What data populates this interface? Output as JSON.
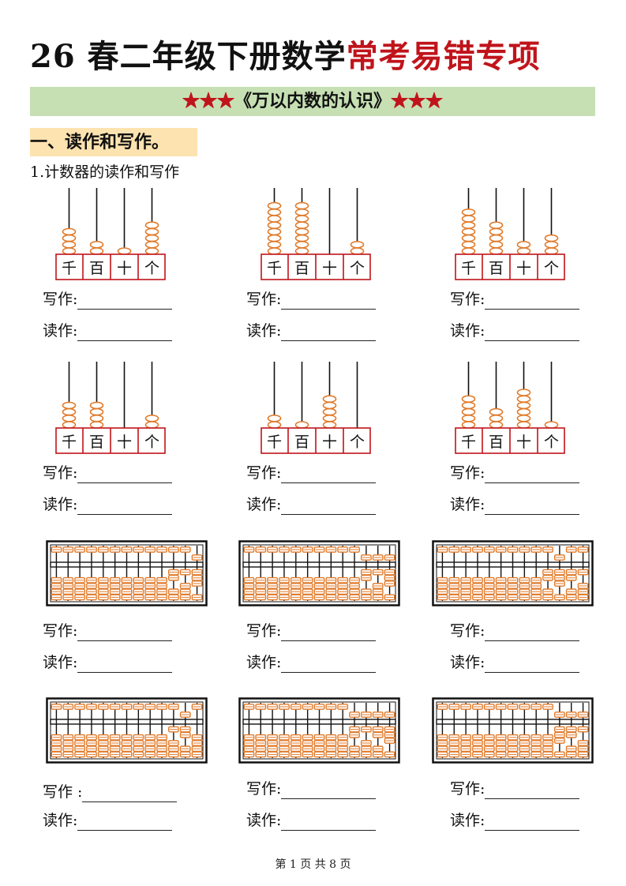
{
  "header": {
    "title_black": "26 春二年级下册数学",
    "title_red": "常考易错专项"
  },
  "banner": {
    "stars_left": "★★★",
    "text": "《万以内数的认识》",
    "stars_right": "★★★"
  },
  "section": {
    "title": "一、读作和写作。"
  },
  "subsection": {
    "title": "1.计数器的读作和写作"
  },
  "place_labels": [
    "千",
    "百",
    "十",
    "个"
  ],
  "labels": {
    "write": "写作:",
    "read": "读作:",
    "write_alt": "写作 :"
  },
  "counters": [
    {
      "beads": [
        4,
        2,
        1,
        5
      ]
    },
    {
      "beads": [
        8,
        8,
        0,
        2
      ]
    },
    {
      "beads": [
        7,
        5,
        2,
        3
      ]
    },
    {
      "beads": [
        4,
        4,
        0,
        2
      ]
    },
    {
      "beads": [
        2,
        1,
        5,
        0
      ]
    },
    {
      "beads": [
        5,
        3,
        6,
        1
      ]
    }
  ],
  "abaci": [
    {
      "upper": [
        0,
        0,
        0,
        0,
        0,
        0,
        0,
        0,
        0,
        0,
        0,
        0,
        1
      ],
      "lower": [
        0,
        0,
        0,
        0,
        0,
        0,
        0,
        0,
        0,
        0,
        2,
        1,
        3
      ]
    },
    {
      "upper": [
        0,
        0,
        0,
        0,
        0,
        0,
        0,
        0,
        0,
        0,
        1,
        1,
        1
      ],
      "lower": [
        0,
        0,
        0,
        0,
        0,
        0,
        0,
        0,
        0,
        0,
        2,
        1,
        3
      ]
    },
    {
      "upper": [
        0,
        0,
        0,
        0,
        0,
        0,
        0,
        0,
        0,
        0,
        1,
        0,
        0
      ],
      "lower": [
        0,
        0,
        0,
        0,
        0,
        0,
        0,
        0,
        0,
        2,
        3,
        2,
        1
      ]
    },
    {
      "upper": [
        0,
        0,
        0,
        0,
        0,
        0,
        0,
        0,
        0,
        0,
        0,
        1,
        0
      ],
      "lower": [
        0,
        0,
        0,
        0,
        0,
        0,
        0,
        0,
        0,
        0,
        1,
        2,
        0
      ]
    },
    {
      "upper": [
        0,
        0,
        0,
        0,
        0,
        0,
        0,
        0,
        0,
        1,
        1,
        1,
        1
      ],
      "lower": [
        0,
        0,
        0,
        0,
        0,
        0,
        0,
        0,
        0,
        2,
        1,
        2,
        3
      ]
    },
    {
      "upper": [
        0,
        0,
        0,
        0,
        0,
        0,
        0,
        0,
        0,
        0,
        1,
        1,
        1
      ],
      "lower": [
        0,
        0,
        0,
        0,
        0,
        0,
        0,
        0,
        0,
        0,
        3,
        2,
        1
      ]
    }
  ],
  "footer": {
    "text": "第 1 页 共 8 页"
  },
  "colors": {
    "red": "#c0141b",
    "bead": "#e07a2a",
    "banner_bg": "#c6e0b4",
    "section_bg": "#fde3b0"
  }
}
